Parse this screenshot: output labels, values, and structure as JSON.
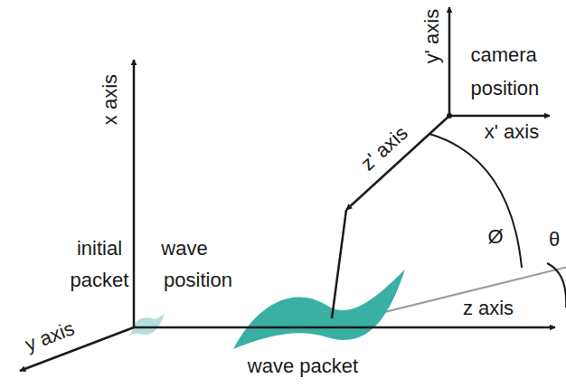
{
  "diagram": {
    "labels": [
      "x axis",
      "y' axis",
      "camera position",
      "x' axis",
      "z' axis",
      "initial",
      "wave",
      "packet",
      "position",
      "Ø",
      "θ",
      "y axis",
      "z axis",
      "wave packet"
    ]
  }
}
